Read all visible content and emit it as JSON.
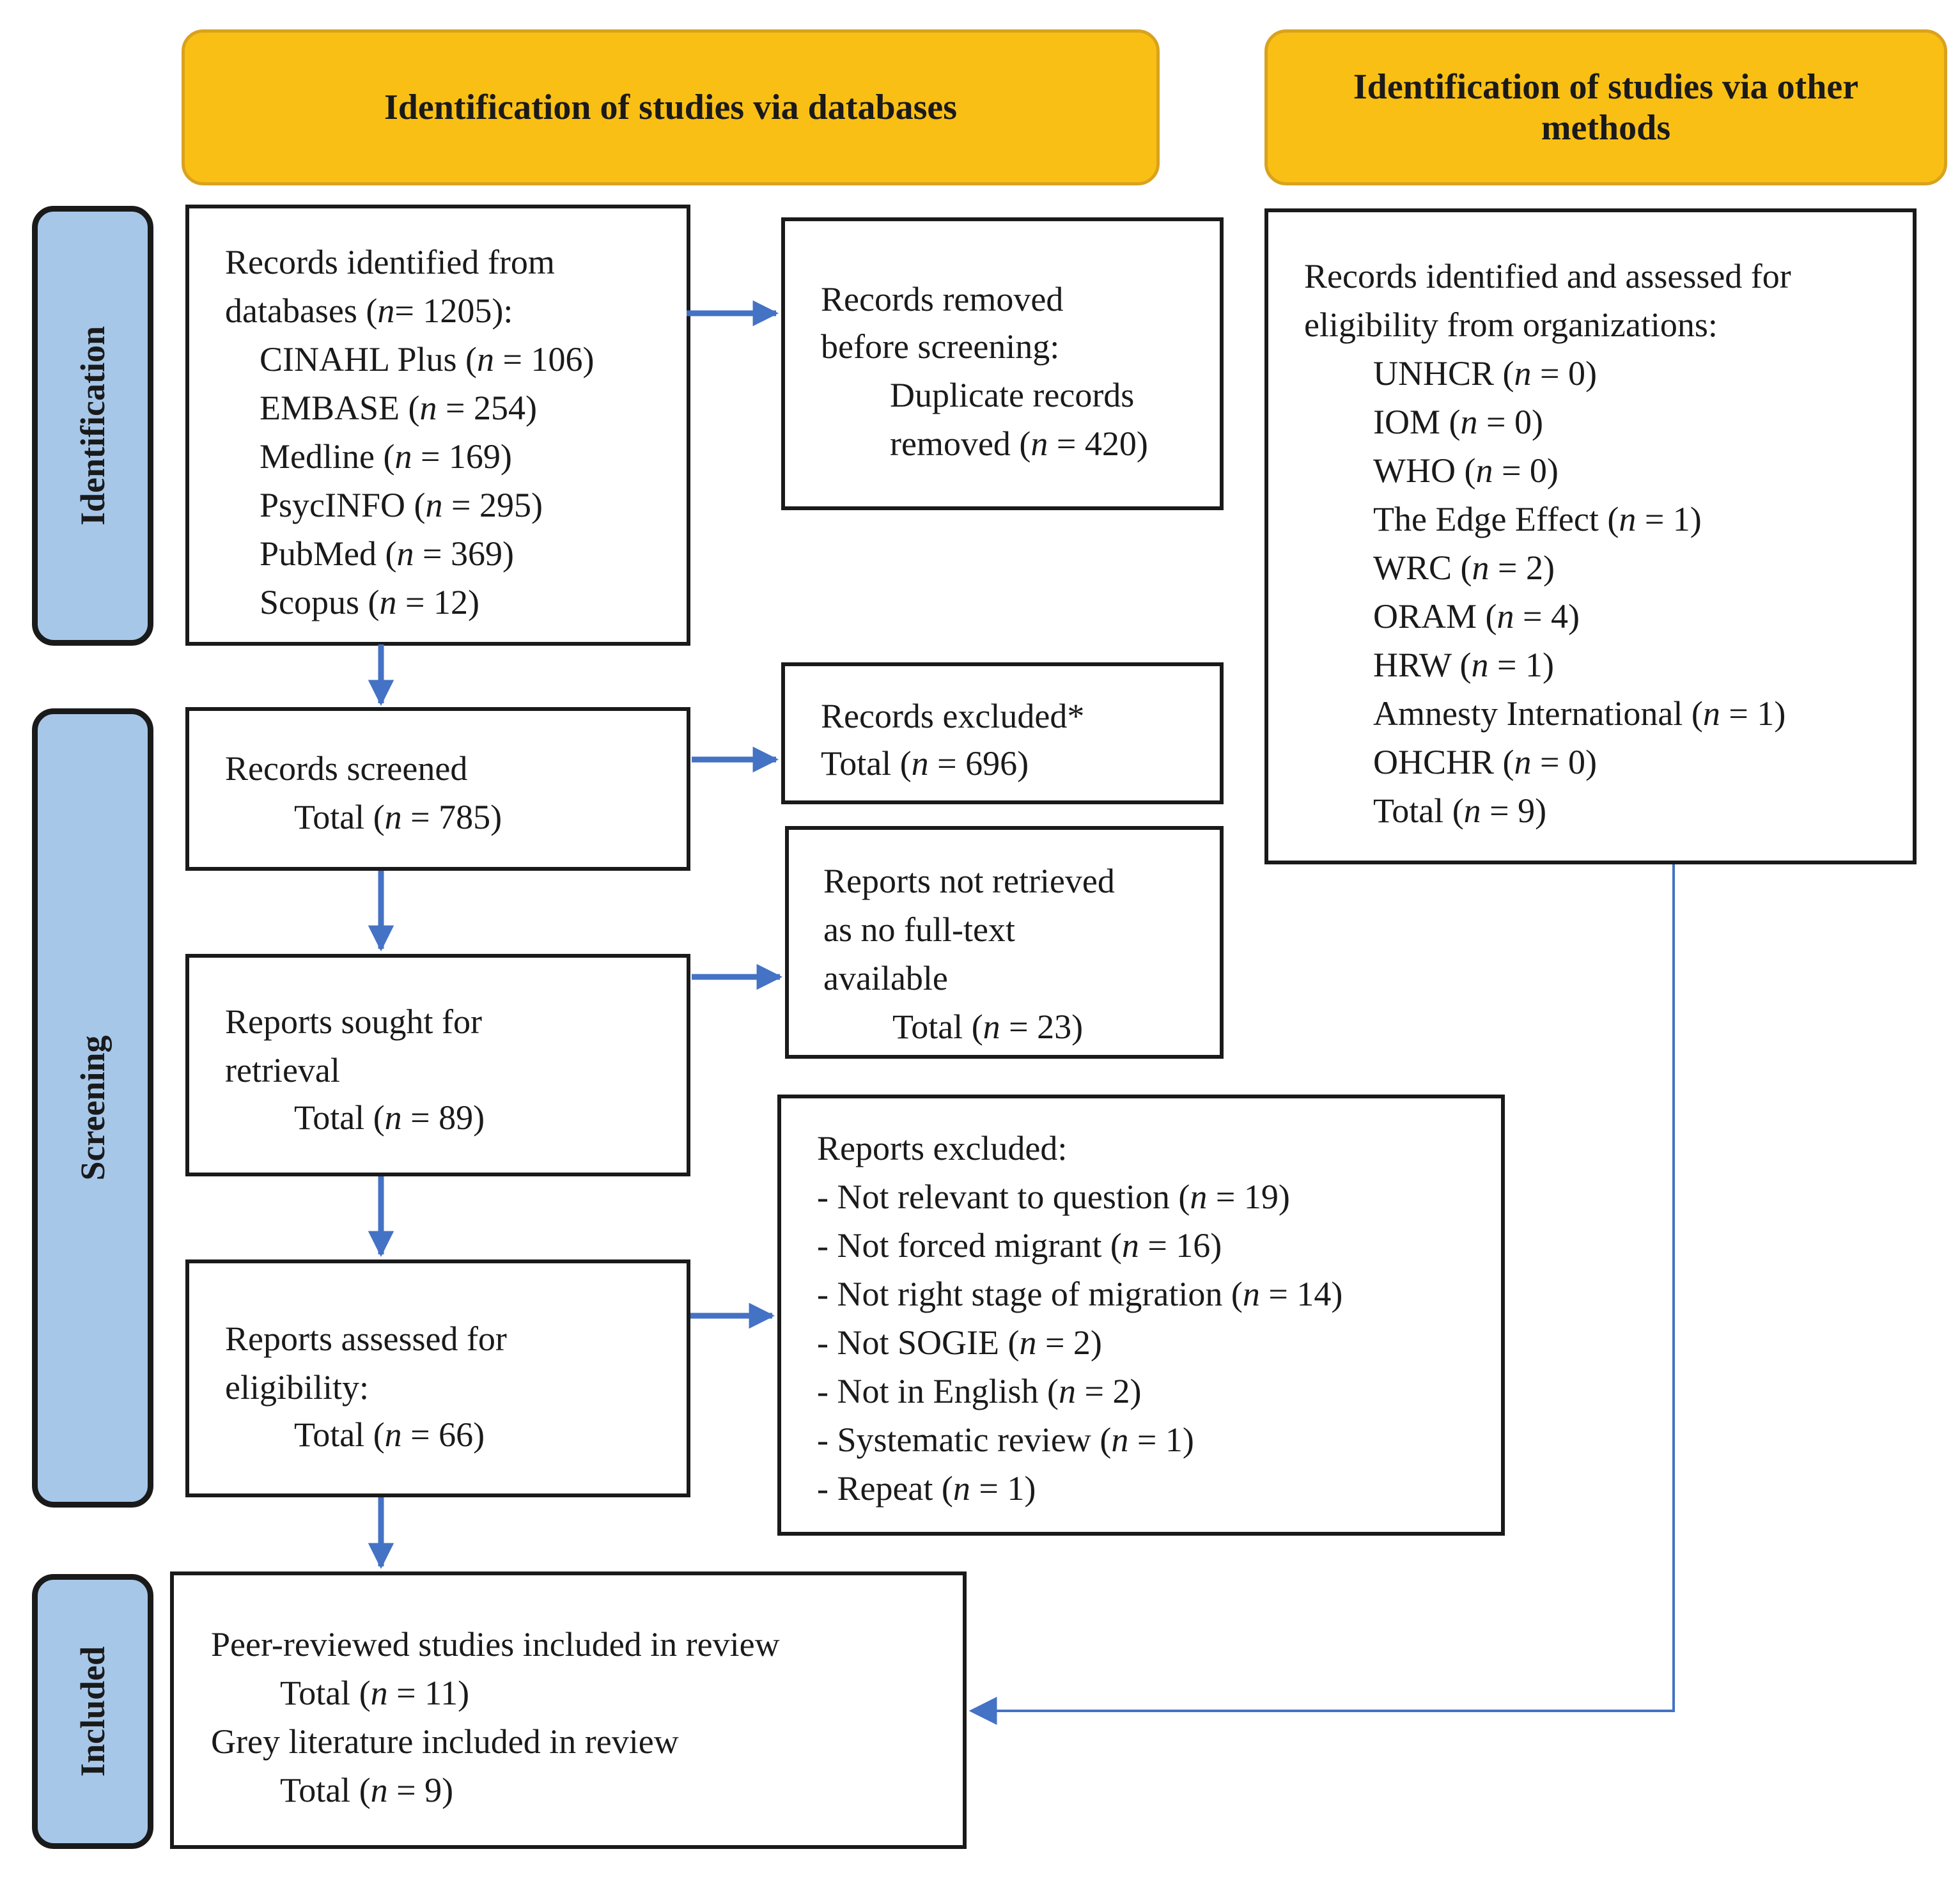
{
  "headers": {
    "databases": "Identification of studies via databases",
    "other_methods_line1": "Identification of studies via other",
    "other_methods_line2": "methods"
  },
  "phases": {
    "identification": "Identification",
    "screening": "Screening",
    "included": "Included"
  },
  "colors": {
    "header_fill": "#f9bf14",
    "header_border": "#d9a21e",
    "phase_fill": "#a7c7e9",
    "arrow": "#4472c4"
  },
  "n": "n",
  "records_identified": {
    "line1": "Records identified from",
    "line2_pre": "databases (",
    "line2_post": "= 1205):",
    "sources": [
      {
        "name": "CINAHL Plus (",
        "count": " = 106)"
      },
      {
        "name": "EMBASE (",
        "count": " = 254)"
      },
      {
        "name": "Medline (",
        "count": " = 169)"
      },
      {
        "name": "PsycINFO (",
        "count": " = 295)"
      },
      {
        "name": "PubMed (",
        "count": " = 369)"
      },
      {
        "name": "Scopus (",
        "count": " = 12)"
      }
    ]
  },
  "records_removed": {
    "line1": "Records removed",
    "line2": "before screening:",
    "line3": "Duplicate  records",
    "line4_pre": "removed (",
    "line4_post": " = 420)"
  },
  "records_screened": {
    "line1": "Records screened",
    "line2_pre": "Total (",
    "line2_post": " = 785)"
  },
  "records_excluded": {
    "line1": "Records excluded*",
    "line2_pre": "Total (",
    "line2_post": " = 696)"
  },
  "reports_sought": {
    "line1": "Reports sought for",
    "line2": "retrieval",
    "line3_pre": "Total (",
    "line3_post": " = 89)"
  },
  "reports_not_retrieved": {
    "line1": "Reports not retrieved",
    "line2": "as no full-text",
    "line3": "available",
    "line4_pre": "Total (",
    "line4_post": " = 23)"
  },
  "reports_assessed": {
    "line1": "Reports assessed for",
    "line2": "eligibility:",
    "line3_pre": "Total (",
    "line3_post": " = 66)"
  },
  "reports_excluded": {
    "title": "Reports excluded:",
    "reasons": [
      {
        "name": "- Not relevant to question (",
        "count": " = 19)"
      },
      {
        "name": "- Not forced migrant (",
        "count": " = 16)"
      },
      {
        "name": "- Not right stage of migration (",
        "count": " = 14)"
      },
      {
        "name": "- Not SOGIE (",
        "count": " = 2)"
      },
      {
        "name": "- Not in English (",
        "count": " = 2)"
      },
      {
        "name": "- Systematic review (",
        "count": " = 1)"
      },
      {
        "name": "- Repeat (",
        "count": " = 1)"
      }
    ]
  },
  "organizations": {
    "line1": "Records identified and assessed for",
    "line2": "eligibility from organizations:",
    "items": [
      {
        "name": "UNHCR (",
        "count": " = 0)"
      },
      {
        "name": "IOM (",
        "count": " = 0)"
      },
      {
        "name": "WHO (",
        "count": " = 0)"
      },
      {
        "name": "The Edge Effect (",
        "count": " = 1)"
      },
      {
        "name": "WRC (",
        "count": " = 2)"
      },
      {
        "name": "ORAM (",
        "count": " = 4)"
      },
      {
        "name": "HRW (",
        "count": " = 1)"
      },
      {
        "name": "Amnesty International (",
        "count": " = 1)"
      },
      {
        "name": "OHCHR (",
        "count": " = 0)"
      },
      {
        "name": "Total (",
        "count": " = 9)"
      }
    ]
  },
  "included": {
    "line1": "Peer-reviewed studies included in review",
    "line2_pre": "Total (",
    "line2_post": " = 11)",
    "line3": "Grey literature included in review",
    "line4_pre": "Total (",
    "line4_post": " = 9)"
  }
}
